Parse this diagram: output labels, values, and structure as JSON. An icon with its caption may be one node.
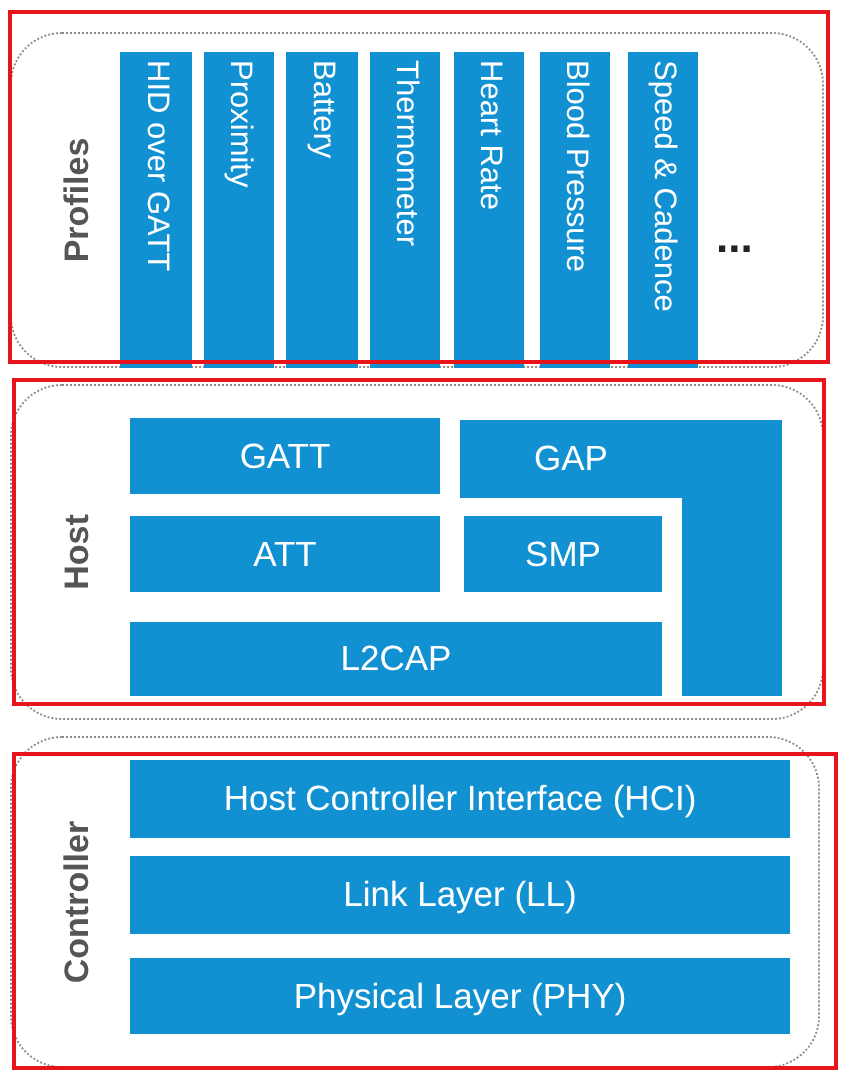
{
  "diagram": {
    "nodes": [
      {
        "text": [
          "Profiles"
        ]
      },
      {
        "text": [
          "HID over GATT"
        ],
        "in": 0
      },
      {
        "text": [
          "Proximity"
        ],
        "in": 0
      },
      {
        "text": [
          "Battery"
        ],
        "in": 0
      },
      {
        "text": [
          "Thermometer"
        ],
        "in": 0
      },
      {
        "text": [
          "Heart Rate"
        ],
        "in": 0
      },
      {
        "text": [
          "Blood Pressure"
        ],
        "in": 0
      },
      {
        "text": [
          "Speed & Cadence"
        ],
        "in": 0
      },
      {
        "text": [
          "Host"
        ]
      },
      {
        "text": [
          "GATT"
        ],
        "in": 8
      },
      {
        "text": [
          "GAP"
        ],
        "in": 8
      },
      {
        "text": [
          "ATT"
        ],
        "in": 8
      },
      {
        "text": [
          "SMP"
        ],
        "in": 8
      },
      {
        "text": [
          "L2CAP"
        ],
        "in": 8
      },
      {
        "text": [
          "Controller"
        ]
      },
      {
        "text": [
          "Host Controller Interface (HCI)"
        ],
        "in": 14
      },
      {
        "text": [
          "Link Layer (LL)"
        ],
        "in": 14
      },
      {
        "text": [
          "Physical Layer (PHY)"
        ],
        "in": 14
      }
    ],
    "labels": [
      "..."
    ]
  }
}
